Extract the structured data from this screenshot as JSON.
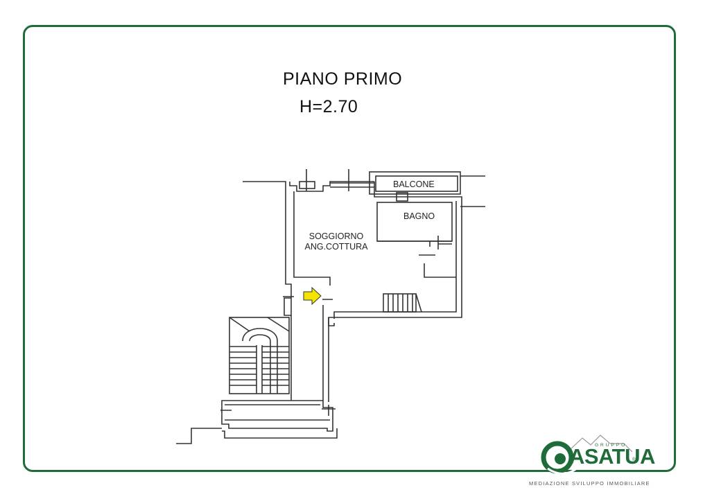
{
  "drawing": {
    "title": "PIANO PRIMO",
    "height_label": "H=2.70"
  },
  "rooms": {
    "balcone": "BALCONE",
    "bagno": "BAGNO",
    "soggiorno_line1": "SOGGIORNO",
    "soggiorno_line2": "ANG.COTTURA"
  },
  "logo": {
    "small_text": "GRUPPO",
    "wordmark": "ASATUA",
    "registered": "®",
    "tagline": "MEDIAZIONE SVILUPPO IMMOBILIARE"
  },
  "colors": {
    "frame": "#1f6b3a",
    "entrance_arrow": "#f5e400",
    "walls": "#333333"
  },
  "icons": {
    "entrance": "arrow-right-icon",
    "brand": "house-swirl-logo-icon"
  }
}
